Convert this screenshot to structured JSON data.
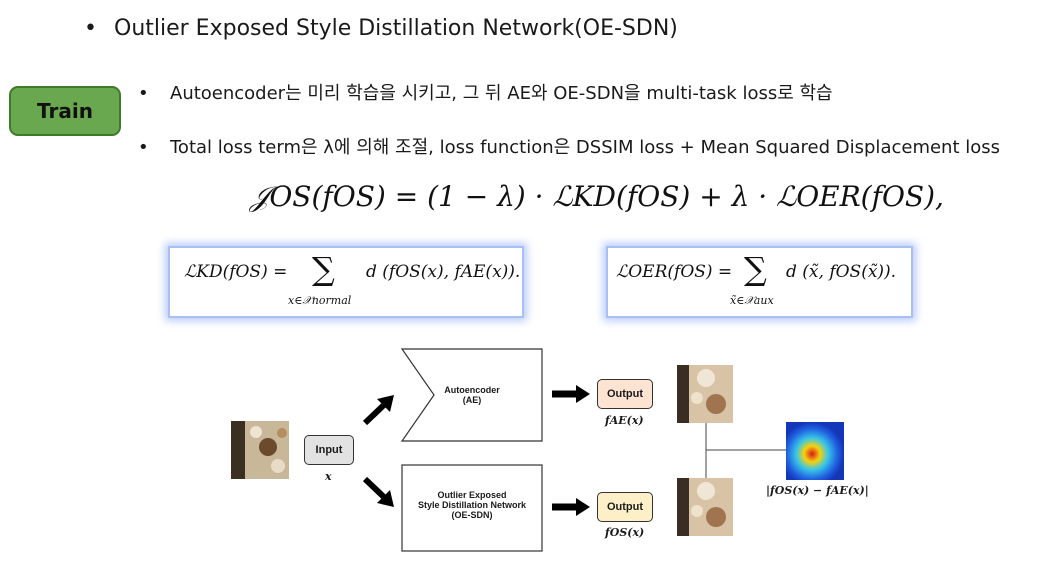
{
  "heading": {
    "bullet": "•",
    "text": "Outlier Exposed Style Distillation Network(OE-SDN)"
  },
  "train_button": {
    "label": "Train"
  },
  "bullets": [
    {
      "dot": "•",
      "text": "Autoencoder는 미리 학습을 시키고, 그 뒤 AE와 OE-SDN을 multi-task loss로 학습"
    },
    {
      "dot": "•",
      "text": "Total loss term은 λ에 의해 조절, loss function은 DSSIM loss + Mean Squared Displacement loss"
    }
  ],
  "equations": {
    "main": "𝒥OS(fOS) = (1 − λ) · ℒKD(fOS) + λ · ℒOER(fOS),",
    "kd_lhs": "ℒKD(fOS) = ",
    "kd_rhs": "d (fOS(x), fAE(x)).",
    "kd_sub": "x∈𝒳normal",
    "oer_lhs": "ℒOER(fOS) = ",
    "oer_rhs": "d (x̃, fOS(x̃)).",
    "oer_sub": "x̃∈𝒳aux",
    "sum": "∑"
  },
  "diagram": {
    "input_label": "Input",
    "input_var": "x",
    "ae_label_line1": "Autoencoder",
    "ae_label_line2": "(AE)",
    "oesdn_line1": "Outlier Exposed",
    "oesdn_line2": "Style Distillation Network",
    "oesdn_line3": "(OE-SDN)",
    "output_label_top": "Output",
    "output_label_bottom": "Output",
    "f_ae": "fAE(x)",
    "f_os": "fOS(x)",
    "diff": "|fOS(x) − fAE(x)|",
    "colors": {
      "output_top": "#fde3d2",
      "output_bottom": "#fdf0c8",
      "input": "#e2e2e2"
    }
  }
}
